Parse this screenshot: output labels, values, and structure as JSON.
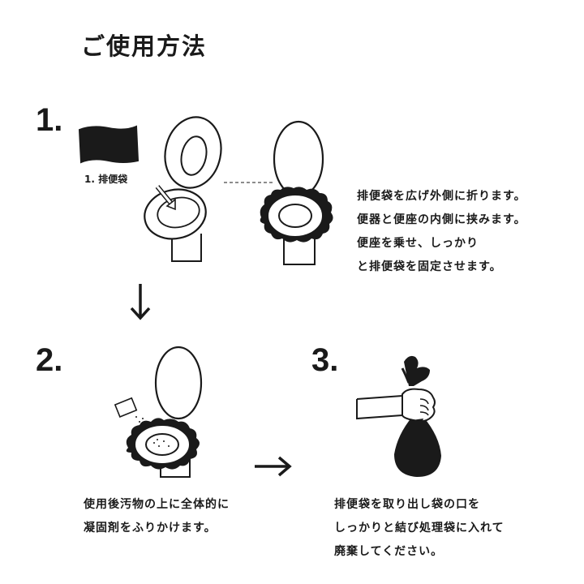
{
  "title": "ご使用方法",
  "steps": [
    {
      "number": "1.",
      "item_label": "1. 排便袋",
      "lines": [
        "排便袋を広げ外側に折ります。",
        "便器と便座の内側に挟みます。",
        "便座を乗せ、しっかり",
        "と排便袋を固定させます。"
      ]
    },
    {
      "number": "2.",
      "lines": [
        "使用後汚物の上に全体的に",
        "凝固剤をふりかけます。"
      ]
    },
    {
      "number": "3.",
      "lines": [
        "排便袋を取り出し袋の口を",
        "しっかりと結び処理袋に入れて",
        "廃棄してください。"
      ]
    }
  ],
  "icons": {
    "down_arrow": "down-arrow-icon",
    "right_arrow": "right-arrow-icon"
  },
  "colors": {
    "ink": "#1a1a1a",
    "bag": "#1a1a1a",
    "paper": "#ffffff"
  }
}
